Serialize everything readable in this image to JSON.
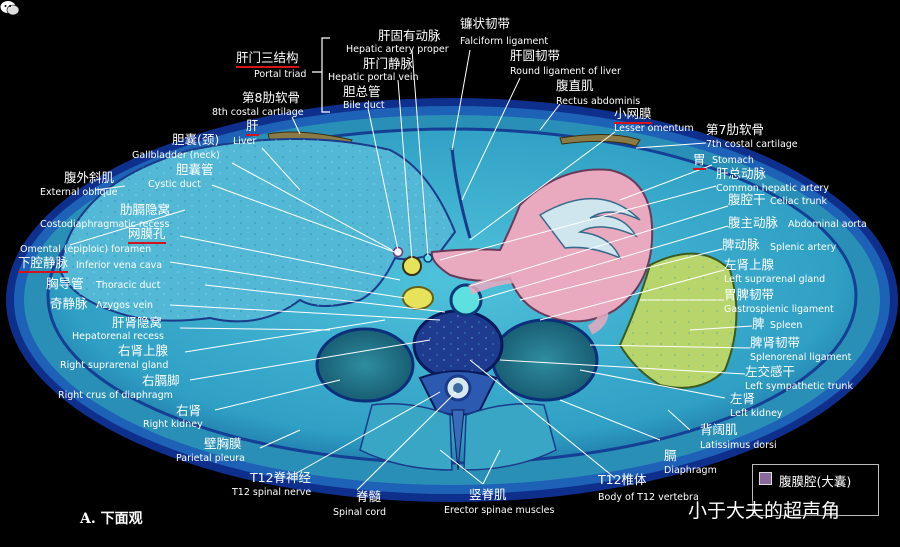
{
  "labels": {
    "portal_triad_zh": "肝门三结构",
    "portal_triad_en": "Portal triad",
    "hepatic_artery_proper_zh": "肝固有动脉",
    "hepatic_artery_proper_en": "Hepatic artery proper",
    "hepatic_portal_vein_zh": "肝门静脉",
    "hepatic_portal_vein_en": "Hepatic portal vein",
    "bile_duct_zh": "胆总管",
    "bile_duct_en": "Bile duct",
    "falciform_zh": "镰状韧带",
    "falciform_en": "Falciform ligament",
    "round_lig_zh": "肝圆韧带",
    "round_lig_en": "Round ligament of liver",
    "rectus_zh": "腹直肌",
    "rectus_en": "Rectus abdominis",
    "lesser_omentum_zh": "小网膜",
    "lesser_omentum_en": "Lesser omentum",
    "costal8_zh": "第8肋软骨",
    "costal8_en": "8th costal cartilage",
    "costal7_zh": "第7肋软骨",
    "costal7_en": "7th costal cartilage",
    "liver_zh": "肝",
    "liver_en": "Liver",
    "gb_neck_zh": "胆囊(颈)",
    "gb_neck_en": "Gallbladder (neck)",
    "stomach_zh": "胃",
    "stomach_en": "Stomach",
    "cystic_duct_zh": "胆囊管",
    "cystic_duct_en": "Cystic duct",
    "common_hepatic_zh": "肝总动脉",
    "common_hepatic_en": "Common hepatic artery",
    "ext_oblique_zh": "腹外斜肌",
    "ext_oblique_en": "External oblique",
    "celiac_zh": "腹腔干",
    "celiac_en": "Celiac trunk",
    "costodiaph_zh": "肋膈隐窝",
    "costodiaph_en": "Costodiaphragmatic recess",
    "aorta_zh": "腹主动脉",
    "aorta_en": "Abdominal aorta",
    "epiploic_zh": "网膜孔",
    "epiploic_en": "Omental (epiploic) foramen",
    "splenic_artery_zh": "脾动脉",
    "splenic_artery_en": "Splenic artery",
    "ivc_zh": "下腔静脉",
    "ivc_en": "Inferior vena cava",
    "l_suprarenal_zh": "左肾上腺",
    "l_suprarenal_en": "Left suprarenal gland",
    "thoracic_duct_zh": "胸导管",
    "thoracic_duct_en": "Thoracic duct",
    "gastrosplenic_zh": "胃脾韧带",
    "gastrosplenic_en": "Gastrosplenic ligament",
    "azygos_zh": "奇静脉",
    "azygos_en": "Azygos vein",
    "spleen_zh": "脾",
    "spleen_en": "Spleen",
    "hepatorenal_zh": "肝肾隐窝",
    "hepatorenal_en": "Hepatorenal recess",
    "splenorenal_zh": "脾肾韧带",
    "splenorenal_en": "Splenorenal ligament",
    "r_suprarenal_zh": "右肾上腺",
    "r_suprarenal_en": "Right suprarenal gland",
    "l_sympathetic_zh": "左交感干",
    "l_sympathetic_en": "Left sympathetic trunk",
    "r_crus_zh": "右膈脚",
    "r_crus_en": "Right crus of diaphragm",
    "l_kidney_zh": "左肾",
    "l_kidney_en": "Left kidney",
    "r_kidney_zh": "右肾",
    "r_kidney_en": "Right kidney",
    "latissimus_zh": "背阔肌",
    "latissimus_en": "Latissimus dorsi",
    "parietal_pleura_zh": "壁胸膜",
    "parietal_pleura_en": "Parietal pleura",
    "diaphragm_zh": "膈",
    "diaphragm_en": "Diaphragm",
    "t12_nerve_zh": "T12脊神经",
    "t12_nerve_en": "T12 spinal nerve",
    "spinal_cord_zh": "脊髓",
    "spinal_cord_en": "Spinal cord",
    "erector_zh": "竖脊肌",
    "erector_en": "Erector spinae muscles",
    "t12_body_zh": "T12椎体",
    "t12_body_en": "Body of T12 vertebra"
  },
  "caption": "A. 下面观",
  "legend": {
    "label": "腹膜腔(大囊)",
    "swatch_color": "#8a6a9a"
  },
  "watermark": "小于大夫的超声角",
  "colors": {
    "tissue": "#3fb3cf",
    "muscle": "#2a8fb6",
    "fat": "#7fd0e6",
    "organ_outline": "#1a3b8a",
    "stomach_pink": "#e9a9bf",
    "spleen_green": "#b7d56a",
    "underline_red": "#d4141a"
  }
}
